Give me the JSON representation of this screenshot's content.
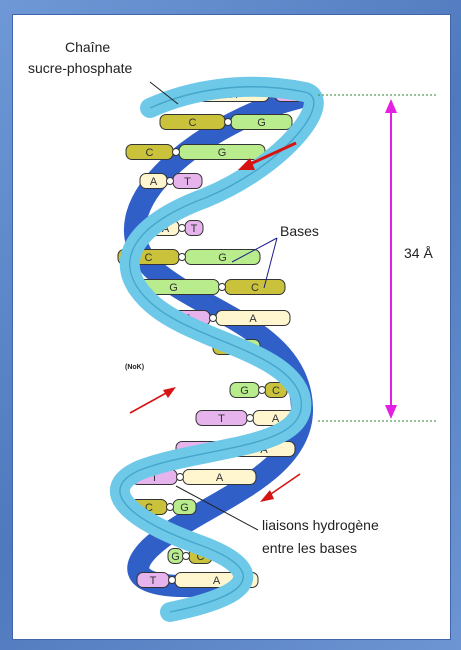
{
  "labels": {
    "sugar_phosphate": [
      "Chaîne",
      "sucre-phosphate"
    ],
    "bases": "Bases",
    "pitch": "34 Å",
    "hydrogen_bonds": [
      "liaisons  hydrogène",
      "entre les bases"
    ],
    "tiny_mark": "(NoK)"
  },
  "colors": {
    "backbone_light": "#6ec9e8",
    "backbone_dark": "#2f5fc7",
    "base_A": "#fff5cf",
    "base_T": "#e7b3ec",
    "base_G": "#b9ec8c",
    "base_C": "#c9c23a",
    "arrow_red": "#d61414",
    "measure_magenta": "#e21fe2",
    "guide_green": "#2f8a2f"
  },
  "base_pairs": [
    [
      "A",
      "T"
    ],
    [
      "C",
      "G"
    ],
    [
      "C",
      "G"
    ],
    [
      "A",
      "T"
    ],
    [
      "A",
      "T"
    ],
    [
      "C",
      "G"
    ],
    [
      "G",
      "C"
    ],
    [
      "T",
      "A"
    ],
    [
      "C",
      "G"
    ],
    [
      "G",
      "C"
    ],
    [
      "T",
      "A"
    ],
    [
      "T",
      "A"
    ],
    [
      "T",
      "A"
    ],
    [
      "C",
      "G"
    ],
    [
      "G",
      "C"
    ],
    [
      "T",
      "A"
    ]
  ]
}
